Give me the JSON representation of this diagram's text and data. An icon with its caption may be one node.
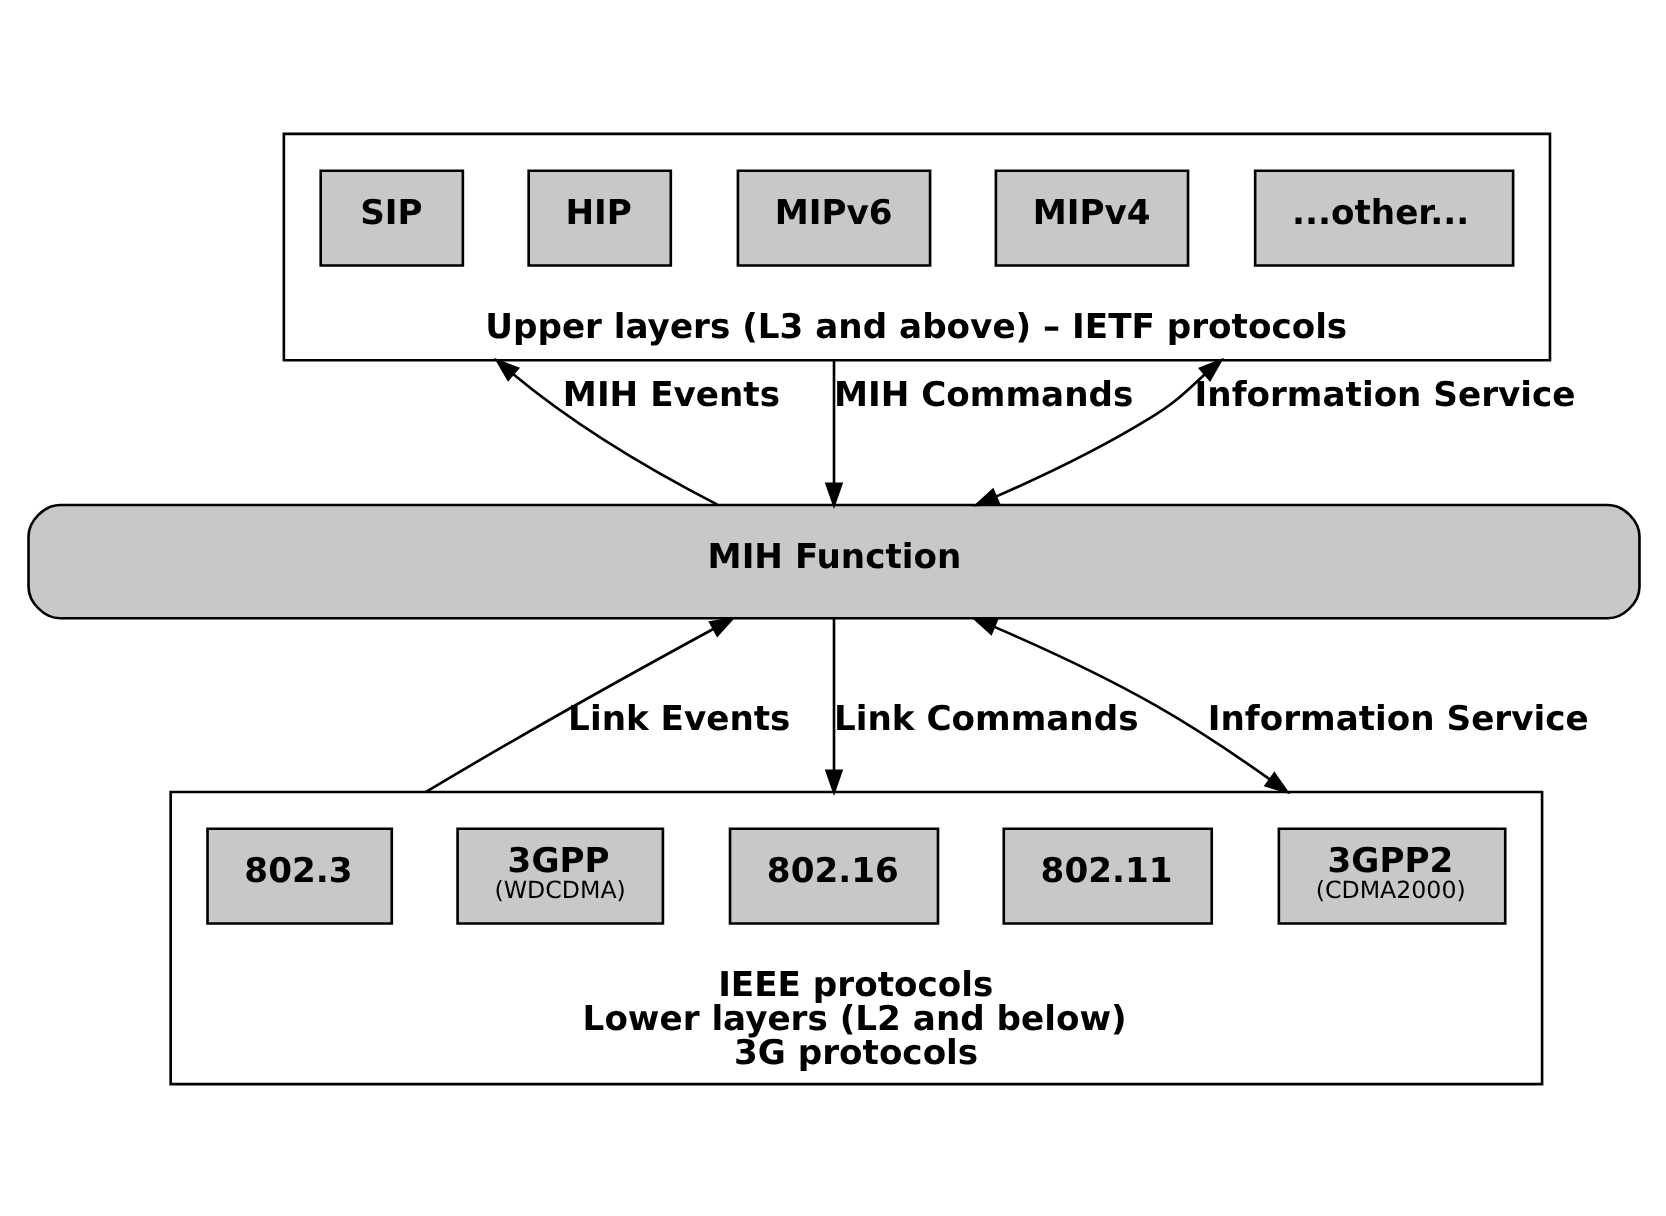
{
  "diagram": {
    "nodes": [
      {
        "text": [
          "Upper layers (L3 and above) – IETF protocols"
        ]
      },
      {
        "text": [
          "SIP"
        ],
        "in": 0
      },
      {
        "text": [
          "MIPv4"
        ],
        "in": 0
      },
      {
        "text": [
          "MIPv6"
        ],
        "in": 0
      },
      {
        "text": [
          "HIP"
        ],
        "in": 0
      },
      {
        "text": [
          "...other..."
        ],
        "in": 0
      },
      {
        "text": [
          "MIH Function"
        ]
      },
      {
        "text": [
          "IEEE protocols",
          "Lower layers (L2 and below)",
          "3G protocols"
        ]
      },
      {
        "text": [
          "802.3"
        ],
        "in": 7
      },
      {
        "text": [
          "802.11"
        ],
        "in": 7
      },
      {
        "text": [
          "802.16"
        ],
        "in": 7
      },
      {
        "text": [
          "3GPP",
          "(WDCDMA)"
        ],
        "in": 7
      },
      {
        "text": [
          "3GPP2",
          "(CDMA2000)"
        ],
        "in": 7
      }
    ],
    "edges": [
      {
        "from": 6,
        "to": 0,
        "arrow": "to",
        "label": "MIH Events"
      },
      {
        "from": 0,
        "to": 6,
        "arrow": "to",
        "label": "MIH Commands"
      },
      {
        "from": 0,
        "to": 6,
        "arrow": "both",
        "label": "Information Service"
      },
      {
        "from": 7,
        "to": 6,
        "arrow": "to",
        "label": "Link Events"
      },
      {
        "from": 6,
        "to": 7,
        "arrow": "to",
        "label": "Link Commands"
      },
      {
        "from": 6,
        "to": 7,
        "arrow": "both",
        "label": "Information Service"
      }
    ]
  }
}
